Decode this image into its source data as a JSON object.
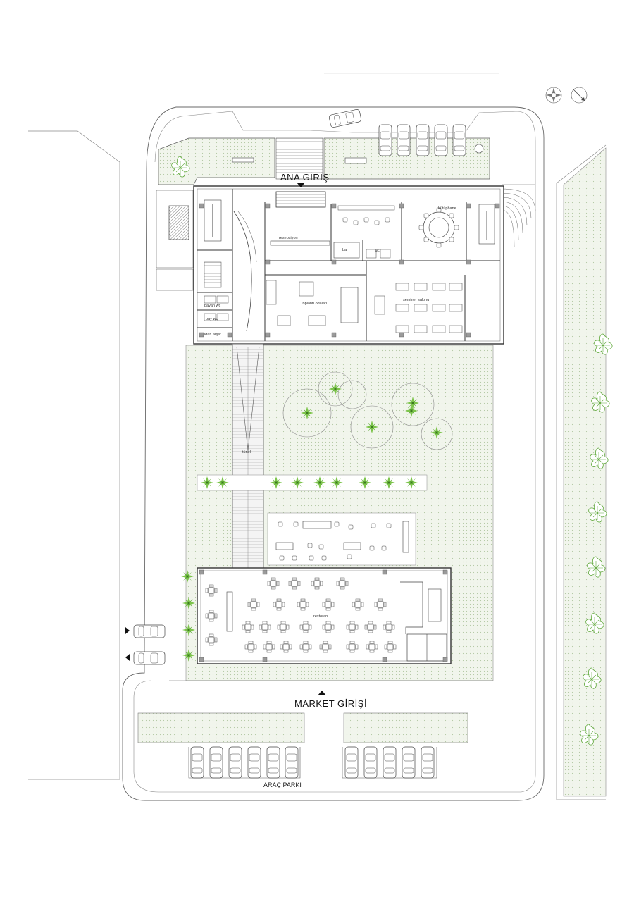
{
  "labels": {
    "main_entrance": "ANA GİRİŞ",
    "market_entrance": "MARKET GİRİŞİ",
    "car_park": "ARAÇ PARKI",
    "library": "kütüphane",
    "reception": "resepsiyon",
    "bar": "bar",
    "wc": "wc",
    "womens_wc": "bayan wc",
    "mens_wc": "bay wc",
    "storage": "idari arşiv",
    "meeting_rooms": "toplantı odaları",
    "seminar_hall": "seminer salonu",
    "tunnel": "tünel",
    "restaurant": "restoran"
  },
  "colors": {
    "line": "#4a4a4a",
    "thin_line": "#8a8a8a",
    "landscape_fill": "#eef3e8",
    "landscape_dot": "#b5c9a6",
    "tree": "#6abf3a",
    "column": "#9a9a9a",
    "paving": "#dcdcdc"
  },
  "icons": {
    "north_arrow": "north-arrow-icon",
    "compass": "compass-rose-icon",
    "entrance_marker": "triangle-marker-icon"
  }
}
